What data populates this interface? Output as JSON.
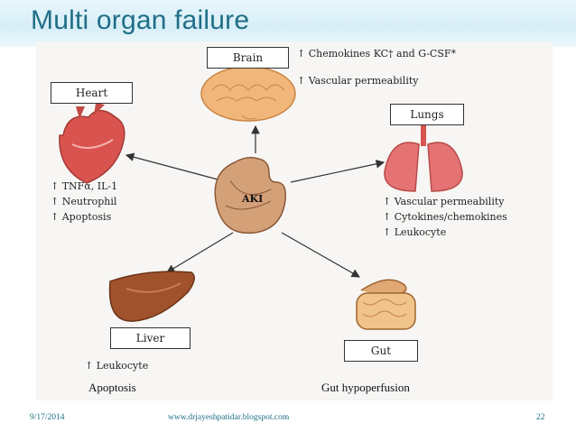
{
  "slide": {
    "title": "Multi organ failure",
    "date": "9/17/2014",
    "website": "www.drjayeshpatidar.blogspot.com",
    "page_number": "22"
  },
  "diagram": {
    "center_label": "AKI",
    "organs": {
      "brain": {
        "label": "Brain",
        "effects": [
          "↑ Chemokines KC† and G-CSF*",
          "↑ Vascular permeability"
        ]
      },
      "heart": {
        "label": "Heart",
        "effects": [
          "↑ TNFα, IL-1",
          "↑ Neutrophil",
          "↑ Apoptosis"
        ]
      },
      "lungs": {
        "label": "Lungs",
        "effects": [
          "↑ Vascular permeability",
          "↑ Cytokines/chemokines",
          "↑ Leukocyte"
        ]
      },
      "liver": {
        "label": "Liver",
        "effects": [
          "↑ Leukocyte"
        ]
      },
      "gut": {
        "label": "Gut",
        "effects": []
      }
    },
    "bottom_labels": {
      "liver": "Apoptosis",
      "gut": "Gut hypoperfusion"
    }
  },
  "colors": {
    "title": "#1f6f86",
    "heart": "#d9534f",
    "lungs": "#e57373",
    "liver": "#a0522d",
    "kidney": "#b8845a",
    "brain": "#f1b77a"
  }
}
